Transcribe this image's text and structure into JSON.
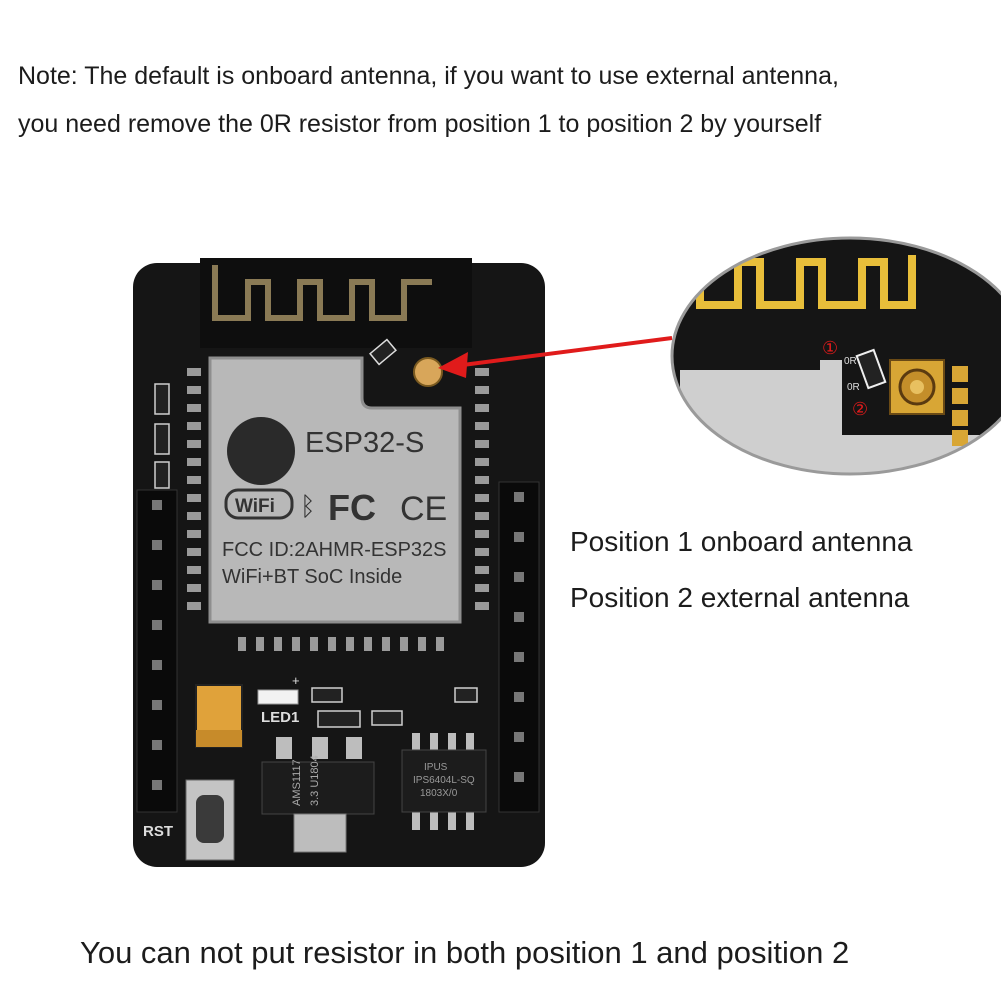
{
  "note": {
    "line1": "Note: The default is onboard antenna, if you want to use external antenna,",
    "line2": "you need remove the 0R resistor from position 1 to position 2 by yourself"
  },
  "positions": {
    "position1": "Position 1 onboard antenna",
    "position2": "Position 2 external antenna"
  },
  "footer": "You can not put resistor in both position 1 and position 2",
  "board": {
    "module_name": "ESP32-S",
    "wifi_logo": "WiFi",
    "fcc_mark": "FC",
    "ce_mark": "CE",
    "fcc_id": "FCC ID:2AHMR-ESP32S",
    "soc_text": "WiFi+BT SoC Inside",
    "led_label": "LED1",
    "rst_label": "RST",
    "plus_label": "+",
    "ams_text": "AMS1117",
    "ic_text": "3.3 U1804",
    "psram_text1": "IPUS",
    "psram_text2": "IPS6404L-SQ",
    "psram_text3": "1803X/0"
  },
  "zoom": {
    "marker1": "①",
    "marker2": "②",
    "resistor_label_a": "0R",
    "resistor_label_b": "0R"
  },
  "colors": {
    "board": "#151515",
    "shield": "#b8b8b8",
    "gold": "#d9b24a",
    "arrow": "#e01b1b"
  }
}
